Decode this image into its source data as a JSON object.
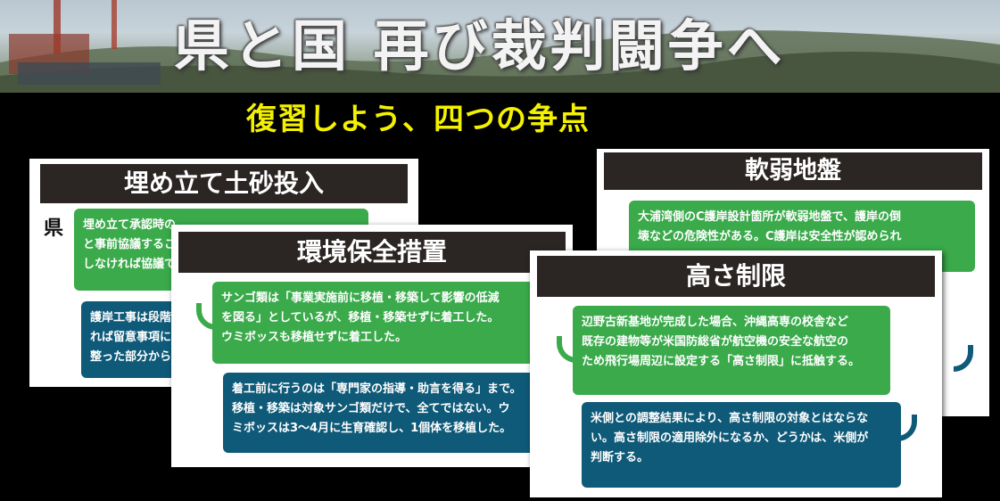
{
  "banner": {
    "title": "県と国 再び裁判闘争へ"
  },
  "subtitle": "復習しよう、四つの争点",
  "cards": {
    "soil": {
      "heading": "埋め立て土砂投入",
      "side_label": "県",
      "green_text": "埋め立て承認時の\nと事前協議するこ\nしなければ協議で",
      "blue_text": "護岸工事は段階\nれば留意事項に\n整った部分から"
    },
    "weak": {
      "heading": "軟弱地盤",
      "green_text": "大浦湾側のC護岸設計箇所が軟弱地盤で、護岸の倒\n壊などの危険性がある。C護岸は安全性が認められ"
    },
    "env": {
      "heading": "環境保全措置",
      "green_text": "サンゴ類は「事業実施前に移植・移築して影響の低減\nを図る」としているが、移植・移築せずに着工した。\nウミボッスも移植せずに着工した。",
      "blue_text": "着工前に行うのは「専門家の指導・助言を得る」まで。\n移植・移築は対象サンゴ類だけで、全てではない。ウ\nミボッスは3～4月に生育確認し、1個体を移植した。"
    },
    "height": {
      "heading": "高さ制限",
      "green_text": "辺野古新基地が完成した場合、沖縄高専の校舎など\n既存の建物等が米国防総省が航空機の安全な航空の\nため飛行場周辺に設定する「高さ制限」に抵触する。",
      "blue_text": "米側との調整結果により、高さ制限の対象とはならな\nい。高さ制限の適用除外になるか、どうかは、米側が\n判断する。"
    }
  },
  "colors": {
    "subtitle": "#f4f100",
    "heading_bg": "#2b2523",
    "green": "#3aaa4b",
    "blue": "#0e5a78"
  }
}
